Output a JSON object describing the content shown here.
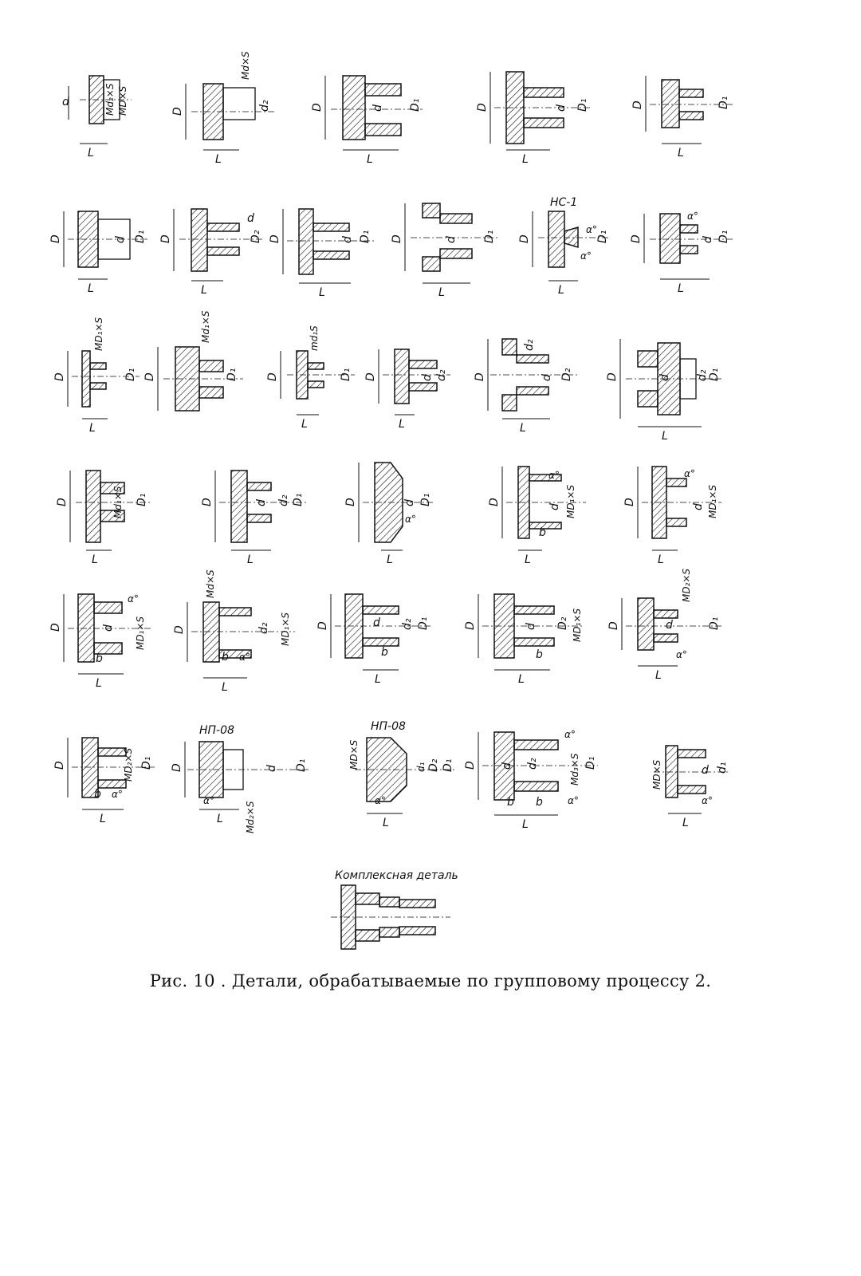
{
  "figure": {
    "caption": "Рис. 10 . Детали, обрабатываемые по групповому процессу 2.",
    "complex_part_title": "Комплексная деталь",
    "part_labels": {
      "hs1": "НС-1",
      "np08_a": "НП-08",
      "np08_b": "НП-08"
    },
    "dim_labels": {
      "D": "D",
      "D1": "D₁",
      "D2": "D₂",
      "d": "d",
      "d1": "d₁",
      "d2": "d₂",
      "L": "L",
      "b": "b",
      "alpha": "α°",
      "Md2S": "Md₂×S",
      "MDS": "MD×S",
      "MdS": "Md×S",
      "MD1S": "MD₁×S",
      "Md1S": "Md₁×S",
      "MD2S": "MD₂×S",
      "Md3S": "Md₃×S",
      "Md1S_lower": "md₁S"
    }
  }
}
